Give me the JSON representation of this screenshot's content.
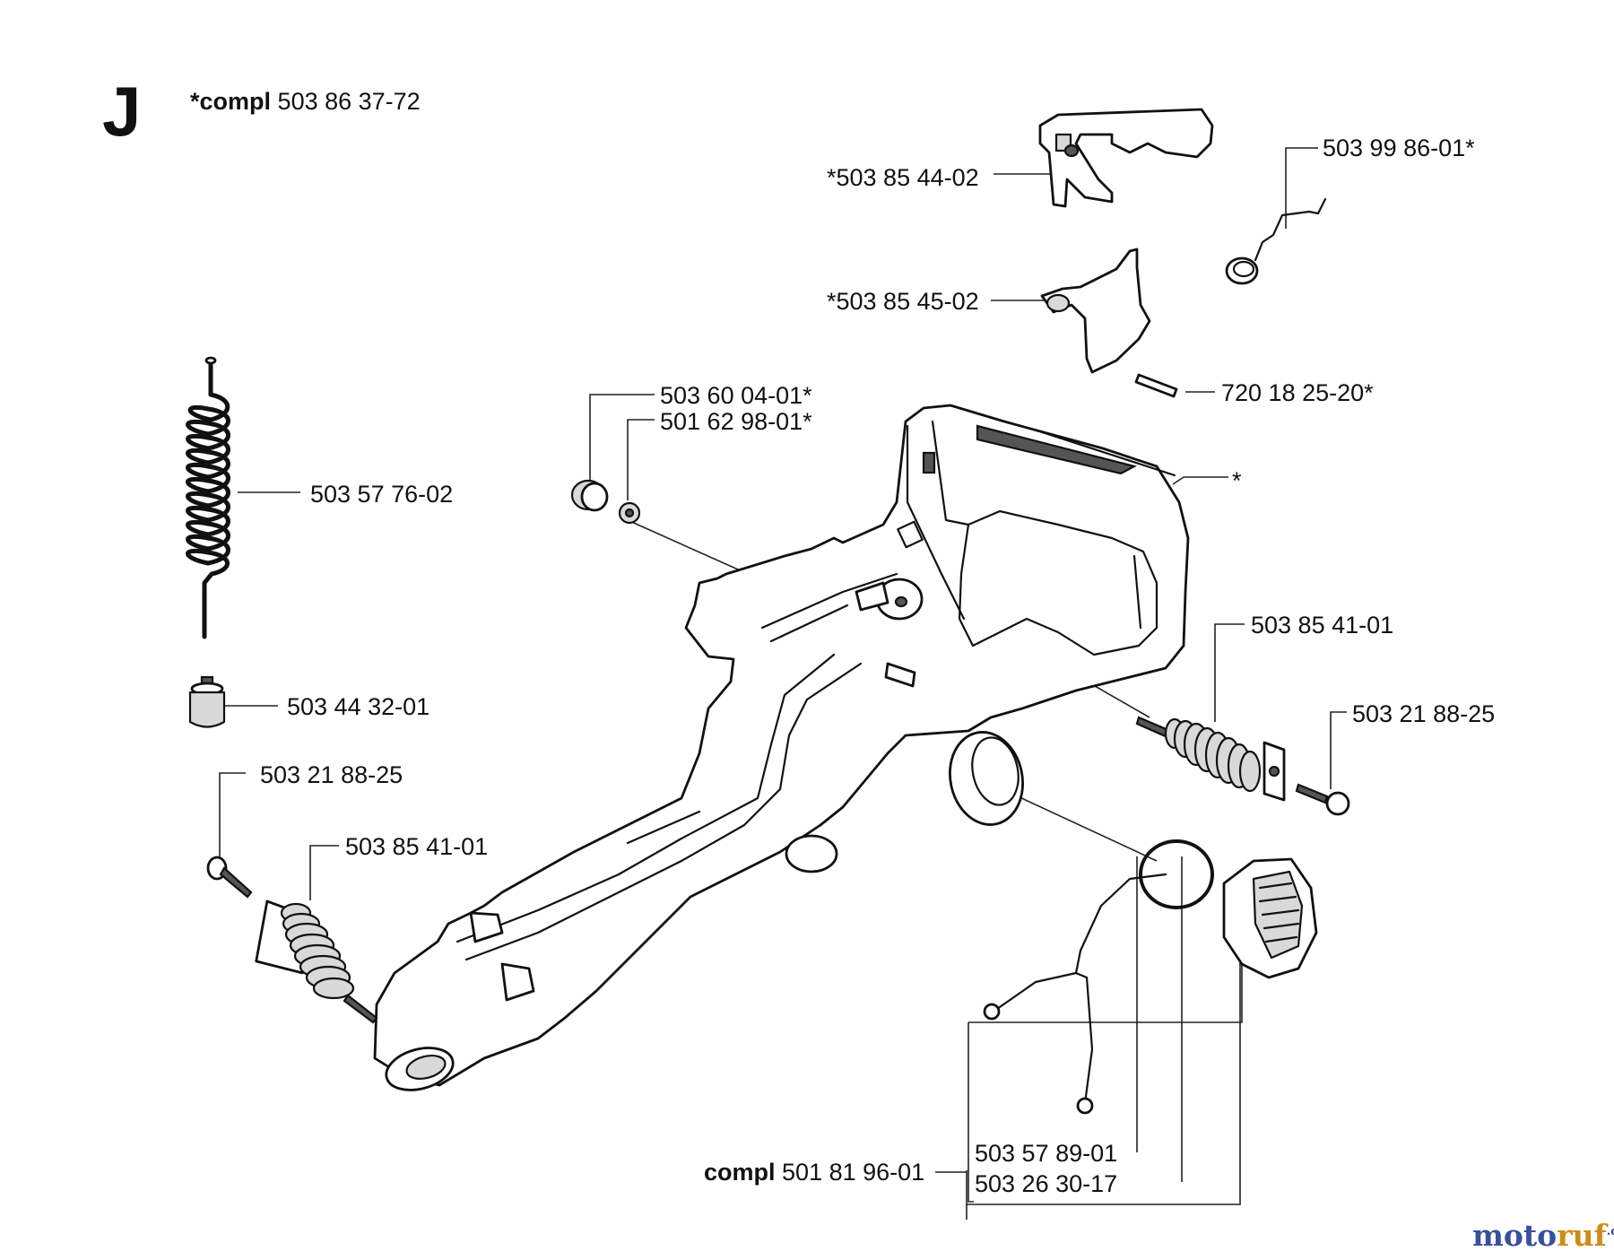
{
  "section_letter": "J",
  "assembly": {
    "prefix": "*compl",
    "number": "503 86 37-72"
  },
  "parts": [
    {
      "id": "trigger-lever",
      "label": "*503 85 44-02"
    },
    {
      "id": "throttle-spring",
      "label": "503 99 86-01*"
    },
    {
      "id": "throttle-lockout",
      "label": "*503 85 45-02"
    },
    {
      "id": "pin",
      "label": "720 18 25-20*"
    },
    {
      "id": "plug",
      "label": "503 60 04-01*"
    },
    {
      "id": "bushing",
      "label": "501 62 98-01*"
    },
    {
      "id": "fuel-hose",
      "label": "503 57 76-02"
    },
    {
      "id": "handle",
      "label": "*"
    },
    {
      "id": "fuel-filter",
      "label": "503 44 32-01"
    },
    {
      "id": "av-element-right",
      "label": "503 85 41-01"
    },
    {
      "id": "screw-right",
      "label": "503 21 88-25"
    },
    {
      "id": "screw-left",
      "label": "503 21 88-25"
    },
    {
      "id": "av-element-left",
      "label": "503 85 41-01"
    },
    {
      "id": "fuel-cap-retainer",
      "label": "503 57 89-01"
    },
    {
      "id": "fuel-cap-oring",
      "label": "503 26 30-17"
    }
  ],
  "fuel_cap_assembly": {
    "prefix": "compl",
    "number": "501 81 96-01"
  },
  "watermark": {
    "part1": "moto",
    "part2": "ruf",
    "part3": ".de"
  }
}
